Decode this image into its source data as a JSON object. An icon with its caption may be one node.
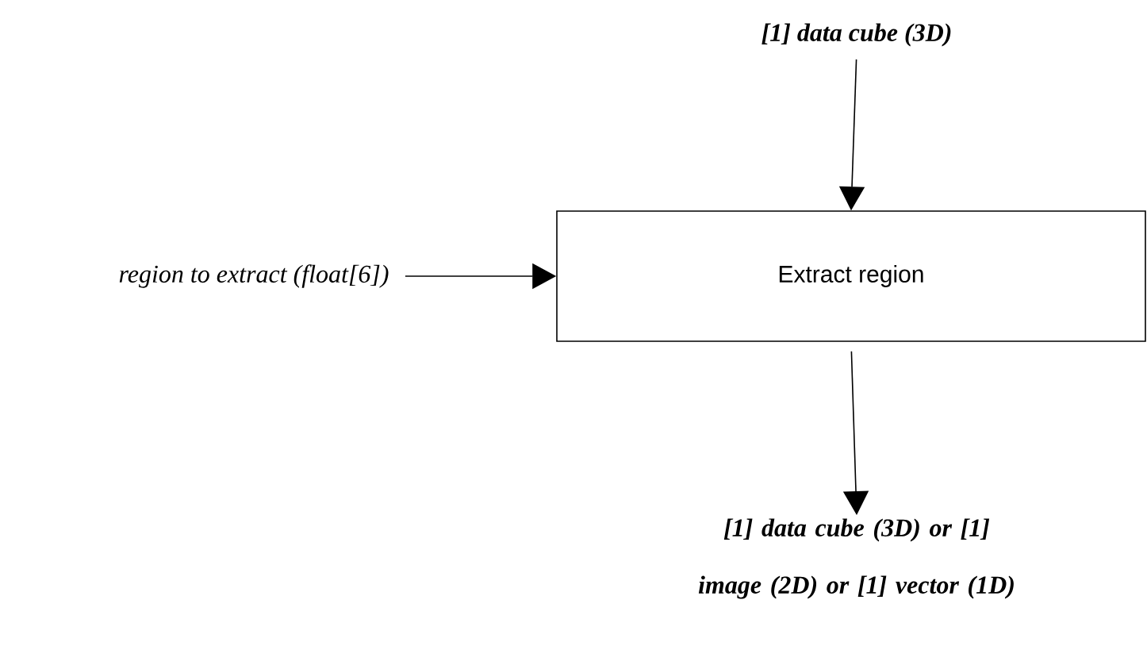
{
  "diagram": {
    "nodes": [
      {
        "text": [
          "[1] data cube (3D)"
        ]
      },
      {
        "text": [
          "region to extract (float[6])"
        ]
      },
      {
        "text": [
          "Extract region"
        ]
      },
      {
        "text": [
          "[1] data cube (3D) or [1] image (2D) or [1] vector (1D)"
        ]
      }
    ],
    "edges": [
      {
        "from": 0,
        "to": 2,
        "arrow": "to"
      },
      {
        "from": 1,
        "to": 2,
        "arrow": "to"
      },
      {
        "from": 2,
        "to": 3,
        "arrow": "to"
      }
    ]
  }
}
